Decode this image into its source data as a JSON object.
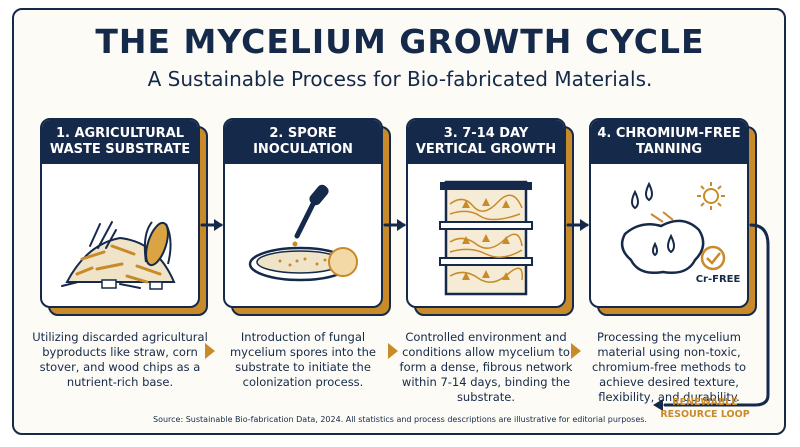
{
  "header": {
    "title": "THE MYCELIUM GROWTH CYCLE",
    "subtitle": "A Sustainable Process for Bio-fabricated Materials."
  },
  "steps": [
    {
      "title_line1": "1. AGRICULTURAL",
      "title_line2": "WASTE SUBSTRATE",
      "description": "Utilizing discarded agricultural byproducts like straw, corn stover, and wood chips as a nutrient-rich base."
    },
    {
      "title_line1": "2. SPORE",
      "title_line2": "INOCULATION",
      "description": "Introduction of fungal mycelium spores into the substrate to initiate the colonization process."
    },
    {
      "title_line1": "3. 7-14 DAY",
      "title_line2": "VERTICAL GROWTH",
      "description": "Controlled environment and conditions allow mycelium to form a dense, fibrous network within 7-14 days, binding the substrate."
    },
    {
      "title_line1": "4. CHROMIUM-FREE",
      "title_line2": "TANNING",
      "description": "Processing the mycelium material using non-toxic, chromium-free methods to achieve desired texture, flexibility, and durability.",
      "badge": "Cr-FREE"
    }
  ],
  "loop": {
    "line1": "RENEWABLE",
    "line2": "RESOURCE LOOP"
  },
  "source": "Source: Sustainable Bio-fabrication Data, 2024. All statistics and process descriptions are illustrative for editorial purposes.",
  "colors": {
    "navy": "#15294a",
    "gold": "#c98a2a",
    "background": "#fdfbf6"
  },
  "icons": [
    "corn-icon",
    "petri-dish-icon",
    "dropper-icon",
    "growth-rack-icon",
    "water-drops-icon",
    "sun-icon",
    "checkmark-icon"
  ]
}
